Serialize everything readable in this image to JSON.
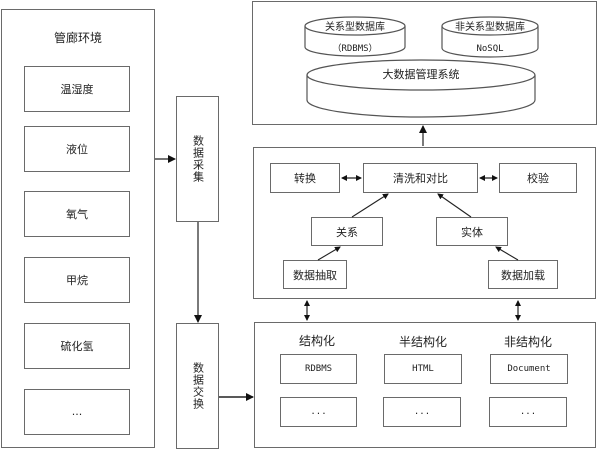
{
  "environment": {
    "title": "管廊环境",
    "sensors": [
      {
        "label": "温湿度"
      },
      {
        "label": "液位"
      },
      {
        "label": "氧气"
      },
      {
        "label": "甲烷"
      },
      {
        "label": "硫化氢"
      },
      {
        "label": "..."
      }
    ]
  },
  "collection": {
    "label": "数据采集"
  },
  "exchange": {
    "label": "数据交换"
  },
  "storage": {
    "rdbms_db": {
      "title": "关系型数据库",
      "subtitle": "（RDBMS）"
    },
    "nosql_db": {
      "title": "非关系型数据库",
      "subtitle": "NoSQL"
    },
    "bigdata": {
      "title": "大数据管理系统"
    }
  },
  "processing": {
    "convert": "转换",
    "clean_compare": "清洗和对比",
    "verify": "校验",
    "relation": "关系",
    "entity": "实体",
    "extract": "数据抽取",
    "load": "数据加载"
  },
  "data_types": {
    "columns": [
      {
        "title": "结构化",
        "items": [
          "RDBMS",
          "..."
        ]
      },
      {
        "title": "半结构化",
        "items": [
          "HTML",
          "..."
        ]
      },
      {
        "title": "非结构化",
        "items": [
          "Document",
          "..."
        ]
      }
    ]
  }
}
